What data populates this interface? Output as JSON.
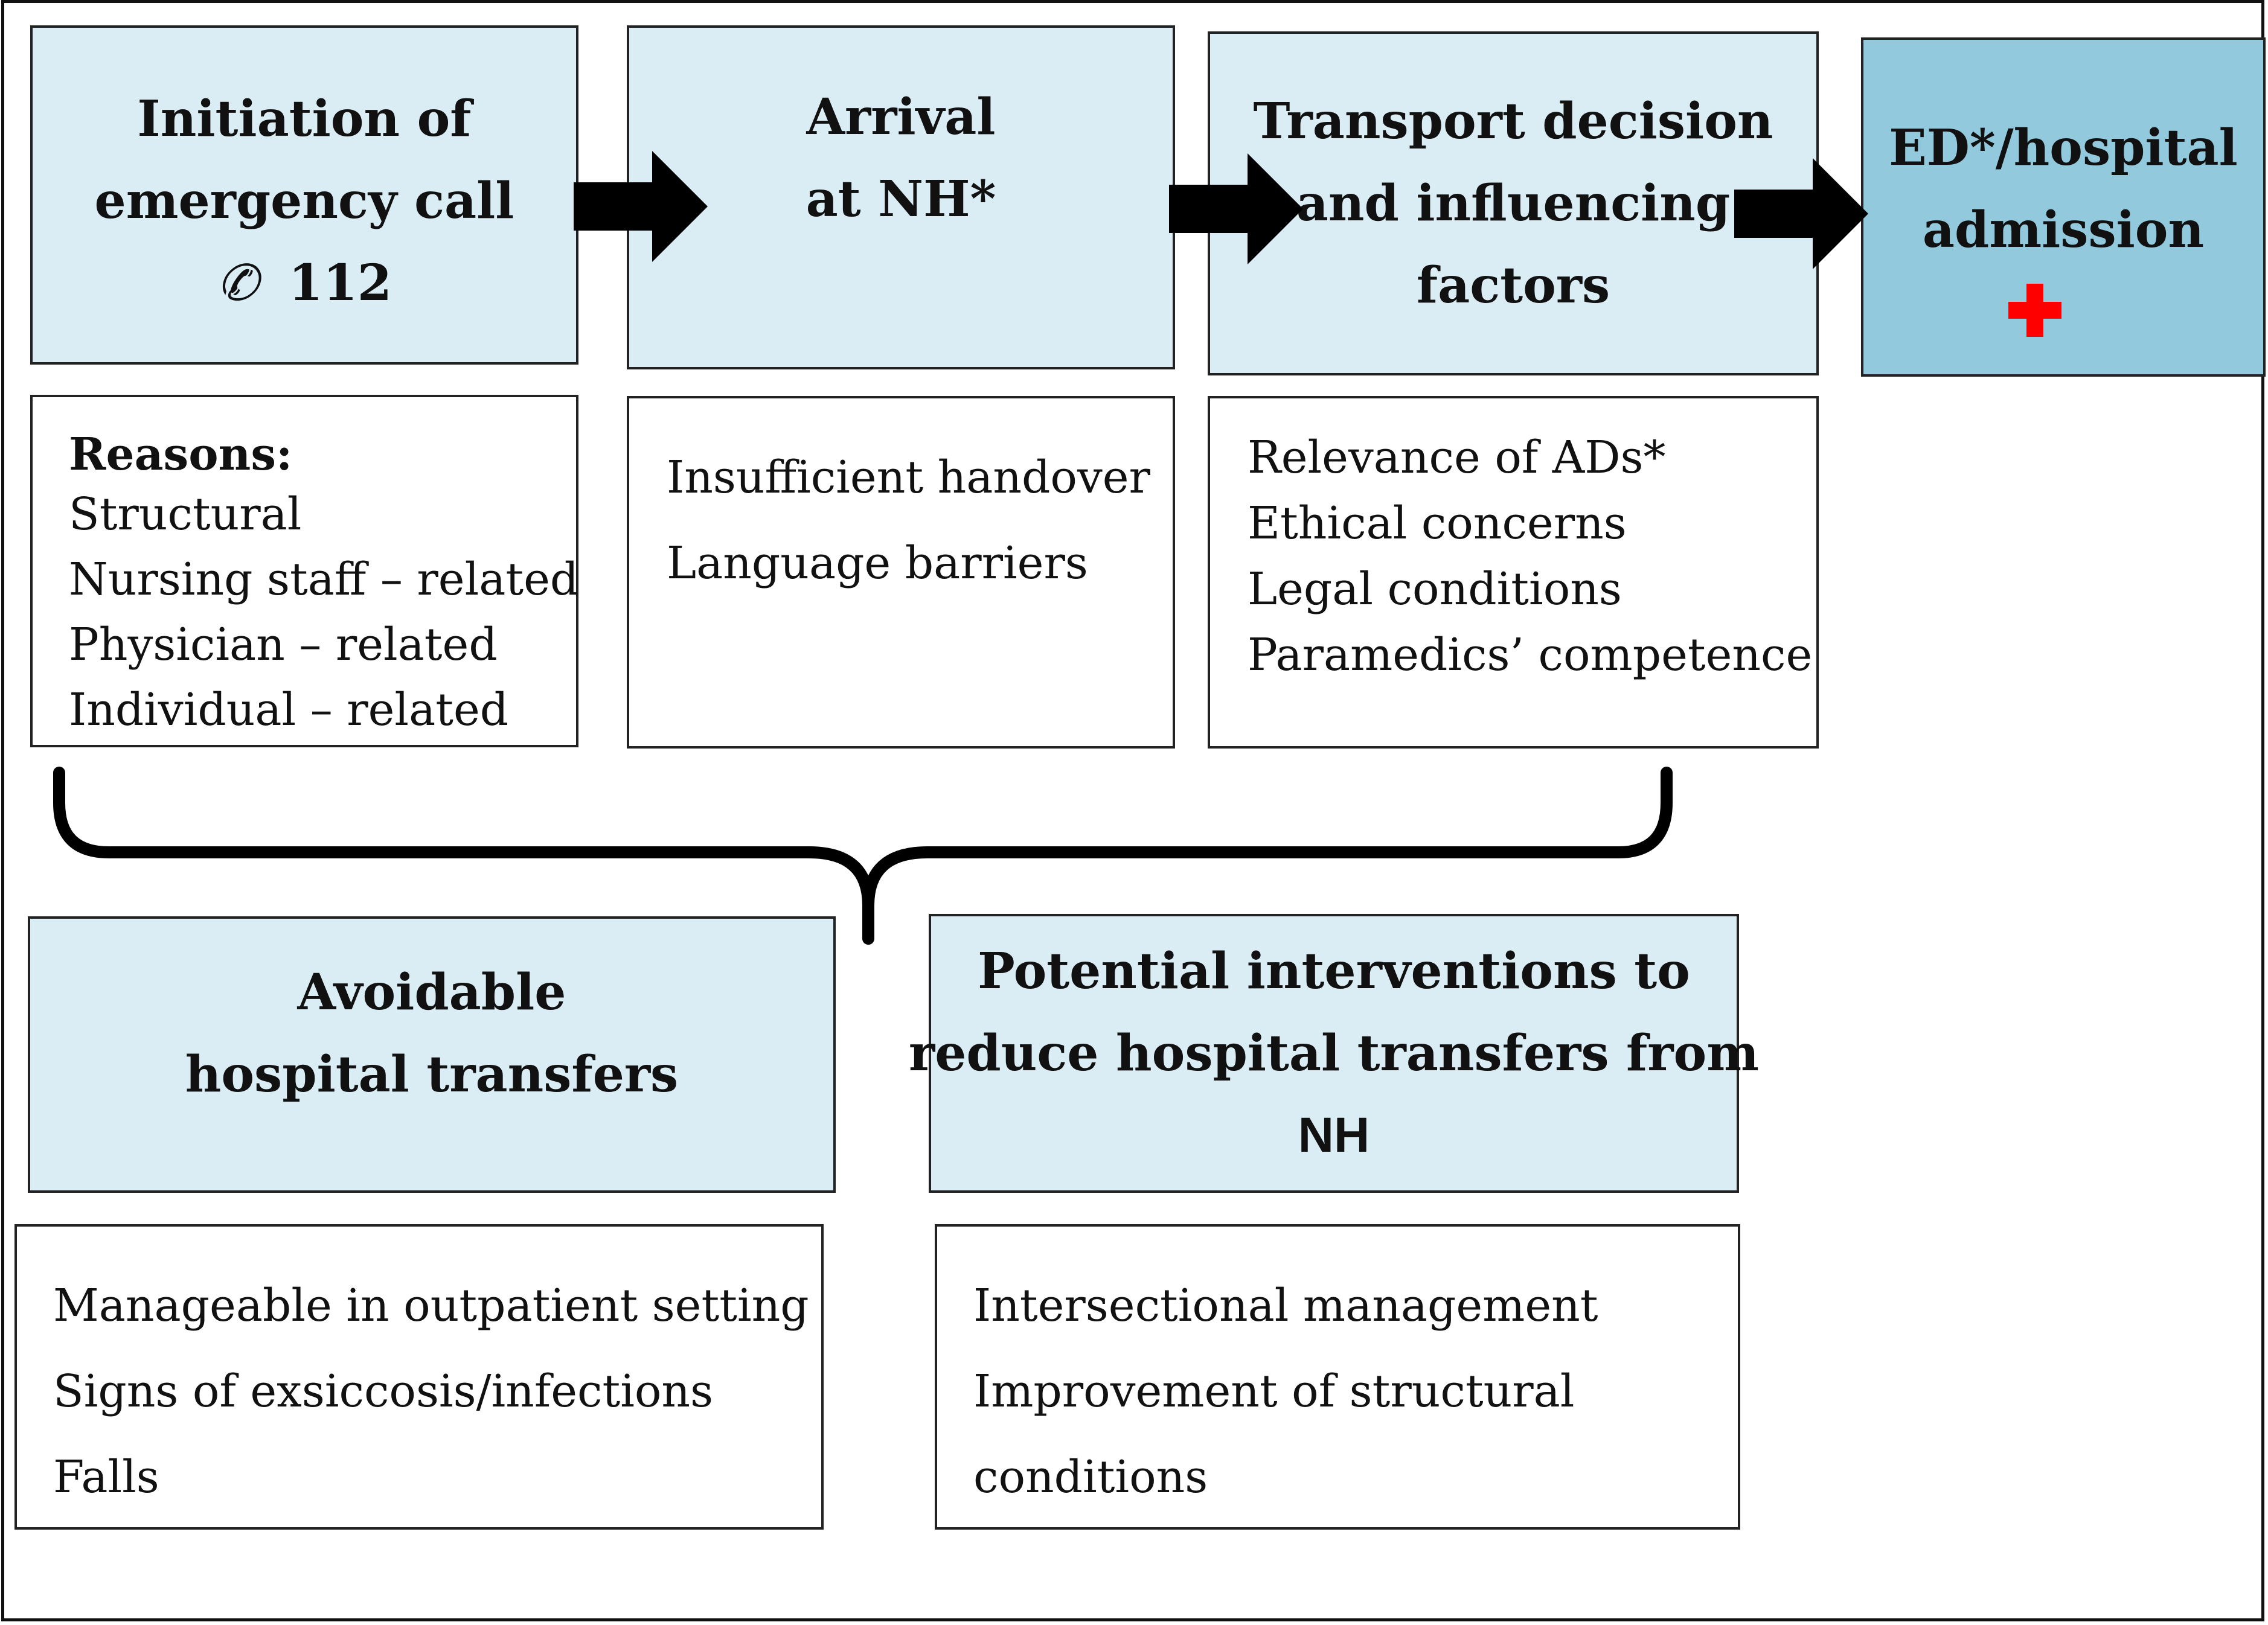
{
  "flow": {
    "steps": [
      {
        "lines": [
          "Initiation of",
          "emergency call"
        ],
        "phone_icon": "telephone-icon",
        "phone_number": "112"
      },
      {
        "lines": [
          "Arrival",
          "at NH*"
        ]
      },
      {
        "lines": [
          "Transport decision",
          "and influencing",
          "factors"
        ]
      },
      {
        "lines": [
          "ED*/hospital",
          "admission"
        ],
        "icon": "red-cross-icon"
      }
    ],
    "details": [
      {
        "title": "Reasons:",
        "items": [
          "Structural",
          "Nursing staff – related",
          "Physician – related",
          "Individual – related"
        ]
      },
      {
        "items": [
          "Insufficient handover",
          "Language barriers"
        ]
      },
      {
        "items": [
          "Relevance of ADs*",
          "Ethical concerns",
          "Legal conditions",
          "Paramedics’ competence"
        ]
      }
    ]
  },
  "outcomes": [
    {
      "lines": [
        "Avoidable",
        "hospital transfers"
      ],
      "items": [
        "Manageable in outpatient setting",
        "Signs of exsiccosis/infections",
        "Falls"
      ]
    },
    {
      "lines": [
        "Potential interventions to",
        "reduce hospital transfers from",
        "NH"
      ],
      "items": [
        "Intersectional management",
        "Improvement of structural",
        "conditions"
      ]
    }
  ],
  "colors": {
    "header_fill": "#daedf4",
    "admission_fill": "#92c9dc",
    "border": "#222222",
    "arrow": "#000000",
    "cross": "#ff0000"
  }
}
